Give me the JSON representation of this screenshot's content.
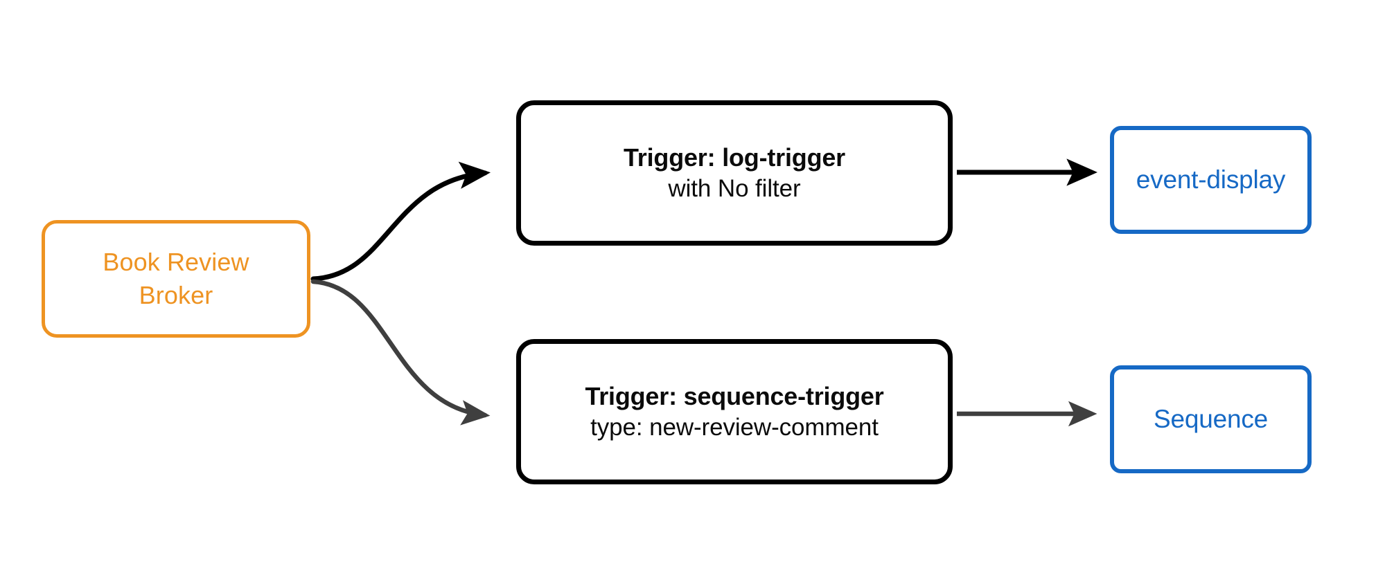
{
  "diagram": {
    "type": "event-broker-flow",
    "background": "#ffffff",
    "colors": {
      "broker_accent": "#ee9322",
      "sink_accent": "#1669c5",
      "trigger_outline": "#000000",
      "edge_primary": "#000000",
      "edge_secondary": "#3f3f3f"
    },
    "nodes": {
      "broker": {
        "line1": "Book Review",
        "line2": "Broker"
      },
      "trigger_log": {
        "title": "Trigger: log-trigger",
        "subtitle": "with No filter"
      },
      "trigger_sequence": {
        "title": "Trigger: sequence-trigger",
        "subtitle": "type: new-review-comment"
      },
      "sink_event_display": {
        "label": "event-display"
      },
      "sink_sequence": {
        "label": "Sequence"
      }
    },
    "edges": [
      {
        "from": "broker",
        "to": "trigger_log",
        "style": "curved",
        "color": "#000000",
        "arrow": "filled-triangle"
      },
      {
        "from": "broker",
        "to": "trigger_sequence",
        "style": "curved",
        "color": "#3f3f3f",
        "arrow": "filled-triangle"
      },
      {
        "from": "trigger_log",
        "to": "sink_event_display",
        "style": "straight",
        "color": "#000000",
        "arrow": "filled-triangle"
      },
      {
        "from": "trigger_sequence",
        "to": "sink_sequence",
        "style": "straight",
        "color": "#3f3f3f",
        "arrow": "filled-triangle"
      }
    ]
  }
}
